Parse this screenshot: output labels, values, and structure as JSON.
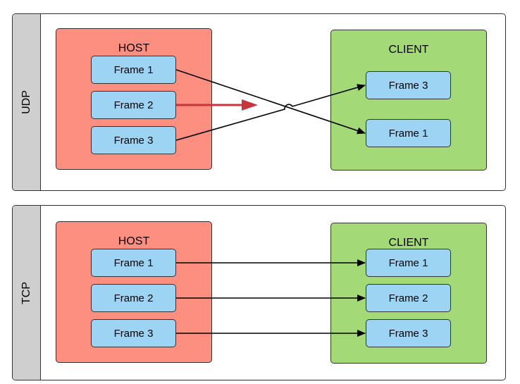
{
  "udp": {
    "lane_label": "UDP",
    "host": {
      "title": "HOST",
      "frames": [
        "Frame 1",
        "Frame 2",
        "Frame 3"
      ]
    },
    "client": {
      "title": "CLIENT",
      "frames": [
        "Frame 3",
        "Frame 1"
      ]
    }
  },
  "tcp": {
    "lane_label": "TCP",
    "host": {
      "title": "HOST",
      "frames": [
        "Frame 1",
        "Frame 2",
        "Frame 3"
      ]
    },
    "client": {
      "title": "CLIENT",
      "frames": [
        "Frame 1",
        "Frame 2",
        "Frame 3"
      ]
    }
  },
  "colors": {
    "host_fill": "#fc8f7f",
    "client_fill": "#a3d977",
    "frame_fill": "#9dd3f3",
    "lane_tab_fill": "#cfcfcf",
    "lost_packet_arrow": "#c8343c",
    "connector": "#000000"
  }
}
